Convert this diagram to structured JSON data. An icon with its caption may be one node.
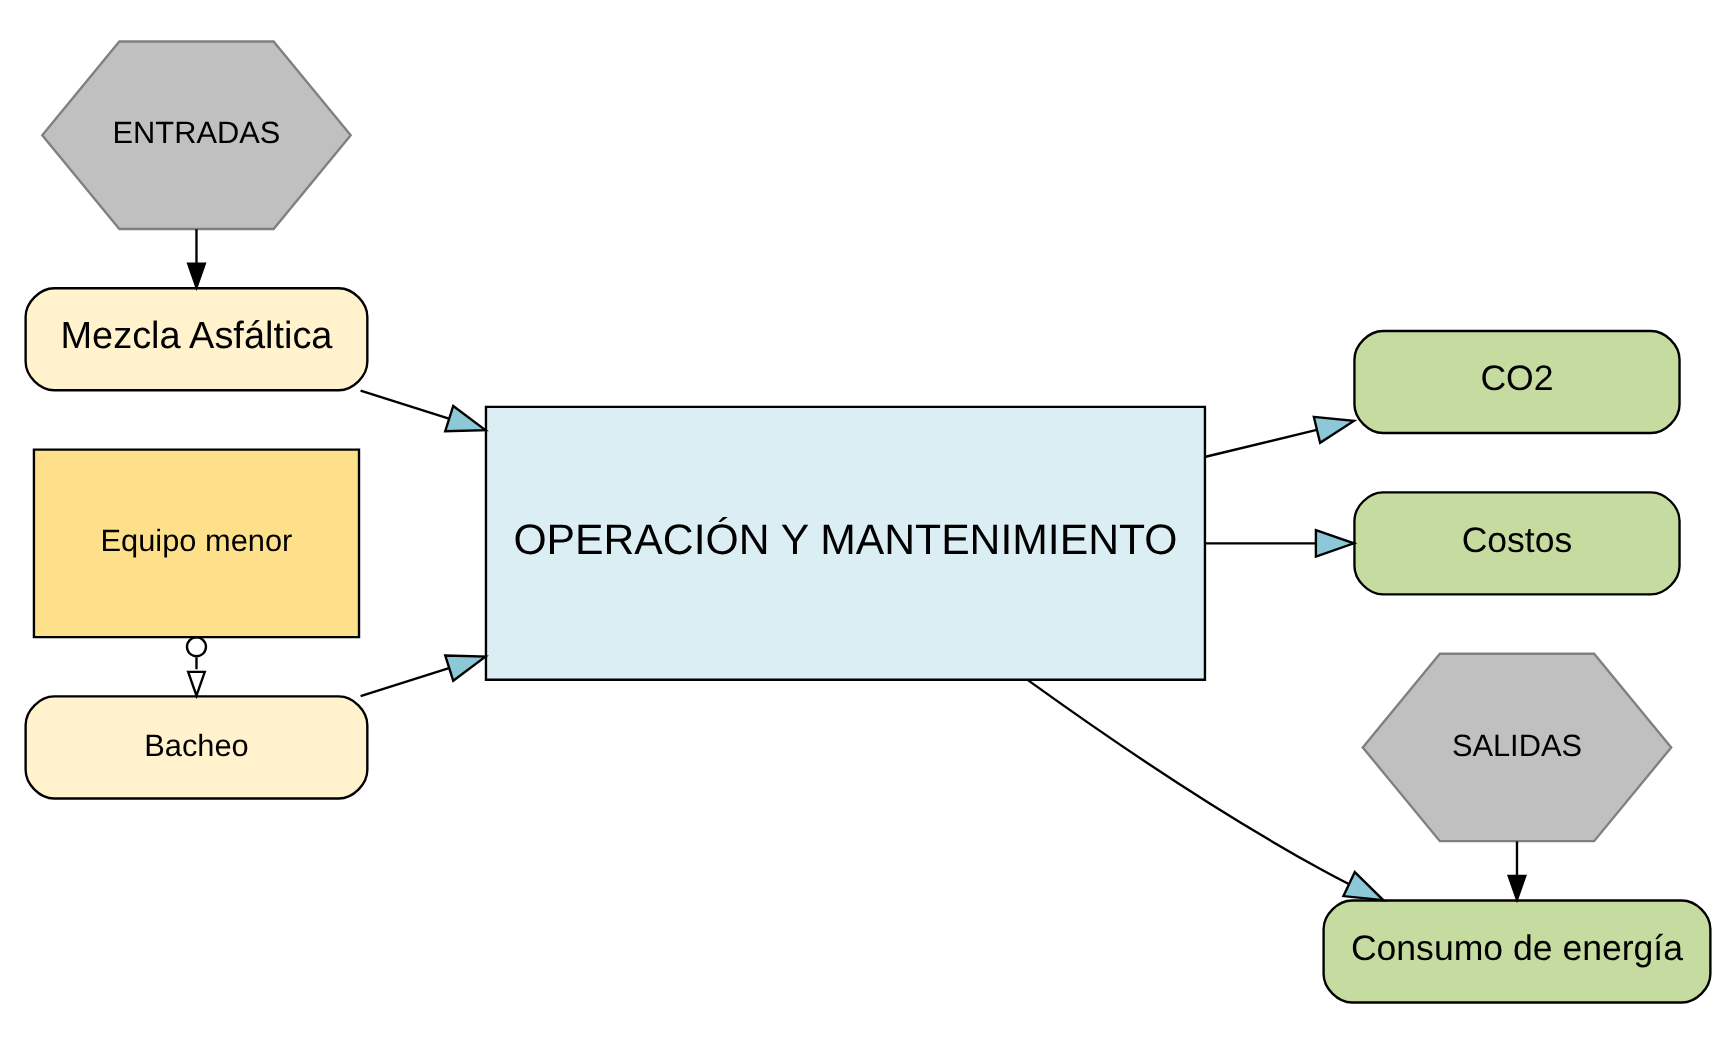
{
  "diagram": {
    "nodes": [
      {
        "text": [
          "ENTRADAS"
        ]
      },
      {
        "text": [
          "Mezcla Asfáltica"
        ]
      },
      {
        "text": [
          "Bacheo"
        ]
      },
      {
        "text": [
          "Equipo menor"
        ]
      },
      {
        "text": [
          "OPERACIÓN Y MANTENIMIENTO"
        ]
      },
      {
        "text": [
          "SALIDAS"
        ]
      },
      {
        "text": [
          "Consumo de energía"
        ]
      },
      {
        "text": [
          "CO2"
        ]
      },
      {
        "text": [
          "Costos"
        ]
      }
    ],
    "edges": [
      {
        "from": 0,
        "to": 1,
        "arrow": "to"
      },
      {
        "from": 3,
        "to": 2,
        "arrow": "to",
        "style": "dashed"
      },
      {
        "from": 1,
        "to": 4,
        "arrow": "to"
      },
      {
        "from": 2,
        "to": 4,
        "arrow": "to"
      },
      {
        "from": 5,
        "to": 6,
        "arrow": "to"
      },
      {
        "from": 4,
        "to": 6,
        "arrow": "to"
      },
      {
        "from": 4,
        "to": 7,
        "arrow": "to"
      },
      {
        "from": 4,
        "to": 8,
        "arrow": "to"
      }
    ]
  }
}
